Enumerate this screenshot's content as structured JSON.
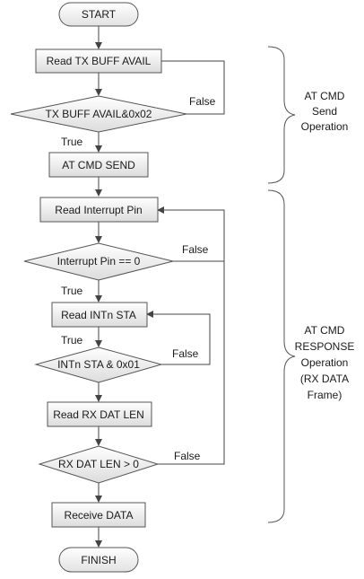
{
  "flowchart": {
    "start": "START",
    "finish": "FINISH",
    "read_tx_buff_avail": "Read TX BUFF AVAIL",
    "tx_buff_check": "TX BUFF AVAIL&0x02",
    "at_cmd_send": "AT CMD SEND",
    "read_interrupt_pin": "Read Interrupt Pin",
    "interrupt_pin_check": "Interrupt Pin == 0",
    "read_intn_sta": "Read INTn STA",
    "intn_sta_check": "INTn STA & 0x01",
    "read_rx_dat_len": "Read RX DAT LEN",
    "rx_dat_len_check": "RX DAT LEN > 0",
    "receive_data": "Receive DATA"
  },
  "edge_labels": {
    "tx_false": "False",
    "tx_true": "True",
    "int_false": "False",
    "int_true": "True",
    "intn_true": "True",
    "intn_false": "False",
    "rx_false": "False"
  },
  "braces": {
    "send_op": [
      "AT CMD",
      "Send",
      "Operation"
    ],
    "response_op": [
      "AT CMD",
      "RESPONSE",
      "Operation",
      "(RX DATA",
      "Frame)"
    ]
  }
}
